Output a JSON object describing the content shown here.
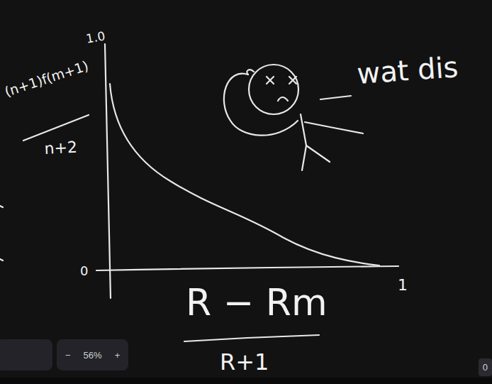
{
  "diagram": {
    "nodes": [
      {
        "text": [
          "−",
          "56%",
          "+"
        ]
      },
      {
        "text": [
          "0"
        ]
      }
    ],
    "labels": [
      "1.0",
      "(n+1)f(m+1)",
      "n+2",
      "0",
      "1",
      "R − Rm",
      "R+1",
      "wat dis"
    ]
  }
}
